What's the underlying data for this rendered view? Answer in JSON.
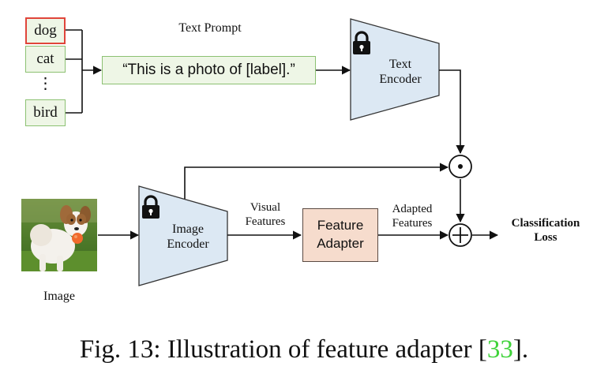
{
  "label_boxes": {
    "dog": "dog",
    "cat": "cat",
    "ellipsis": "⋮",
    "bird": "bird"
  },
  "text_prompt": {
    "title": "Text Prompt",
    "template": "“This is a photo of [label].”"
  },
  "text_encoder": {
    "line1": "Text",
    "line2": "Encoder"
  },
  "image": {
    "label": "Image",
    "alt": "dog photo"
  },
  "image_encoder": {
    "line1": "Image",
    "line2": "Encoder"
  },
  "visual_features": {
    "line1": "Visual",
    "line2": "Features"
  },
  "feature_adapter": {
    "line1": "Feature",
    "line2": "Adapter"
  },
  "adapted_features": {
    "line1": "Adapted",
    "line2": "Features"
  },
  "operators": {
    "dot": "⊙",
    "plus": "⊕"
  },
  "output": {
    "line1": "Classification",
    "line2": "Loss"
  },
  "caption": {
    "prefix": "Fig. 13: Illustration of feature adapter [",
    "ref": "33",
    "suffix": "]."
  },
  "colors": {
    "label_fill": "#eef6e6",
    "label_border": "#8cc172",
    "selected_border": "#e0453a",
    "encoder_fill": "#dce8f3",
    "adapter_fill": "#f6dccd",
    "adapter_border": "#5a4a42",
    "caption_ref": "#3fd33a"
  }
}
